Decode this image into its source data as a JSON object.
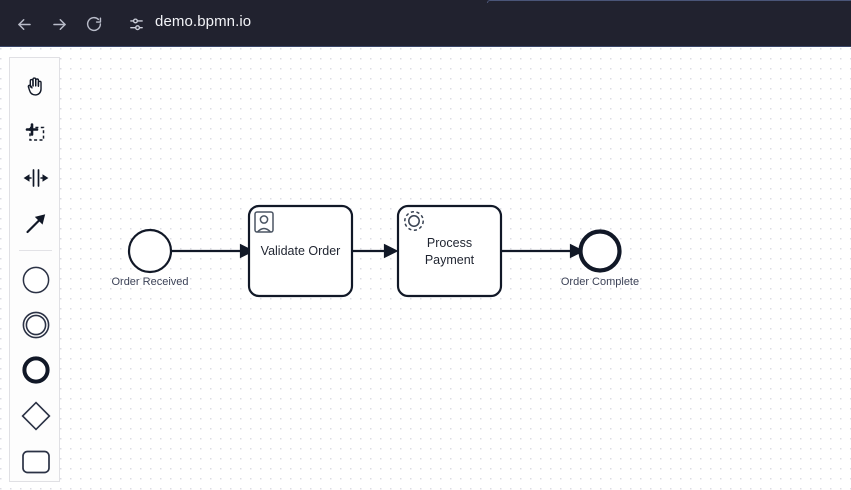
{
  "browser": {
    "url": "demo.bpmn.io",
    "nav": {
      "back": "back-arrow-icon",
      "forward": "forward-arrow-icon",
      "reload": "reload-icon",
      "site_info": "site-settings-icon"
    }
  },
  "palette": {
    "tools": [
      {
        "name": "hand-tool",
        "icon": "hand-icon"
      },
      {
        "name": "lasso-tool",
        "icon": "lasso-select-icon"
      },
      {
        "name": "space-tool",
        "icon": "space-tool-icon"
      },
      {
        "name": "global-connect-tool",
        "icon": "arrow-connect-icon"
      }
    ],
    "shapes": [
      {
        "name": "create-start-event",
        "icon": "start-event-circle-icon"
      },
      {
        "name": "create-intermediate-event",
        "icon": "intermediate-event-double-circle-icon"
      },
      {
        "name": "create-end-event",
        "icon": "end-event-thick-circle-icon"
      },
      {
        "name": "create-gateway",
        "icon": "gateway-diamond-icon"
      },
      {
        "name": "create-task",
        "icon": "task-rounded-rect-icon"
      }
    ]
  },
  "diagram": {
    "elements": [
      {
        "id": "start",
        "type": "start-event",
        "label": "Order Received"
      },
      {
        "id": "validate",
        "type": "user-task",
        "label": "Validate Order"
      },
      {
        "id": "payment",
        "type": "service-task",
        "label_line1": "Process",
        "label_line2": "Payment"
      },
      {
        "id": "end",
        "type": "end-event",
        "label": "Order Complete"
      }
    ],
    "flows": [
      {
        "from": "start",
        "to": "validate"
      },
      {
        "from": "validate",
        "to": "payment"
      },
      {
        "from": "payment",
        "to": "end"
      }
    ]
  },
  "colors": {
    "chrome_bg": "#21222f",
    "canvas_bg": "#ffffff",
    "grid_dot": "#dcdce4",
    "stroke": "#111827",
    "url_text": "#f2f3f7"
  }
}
